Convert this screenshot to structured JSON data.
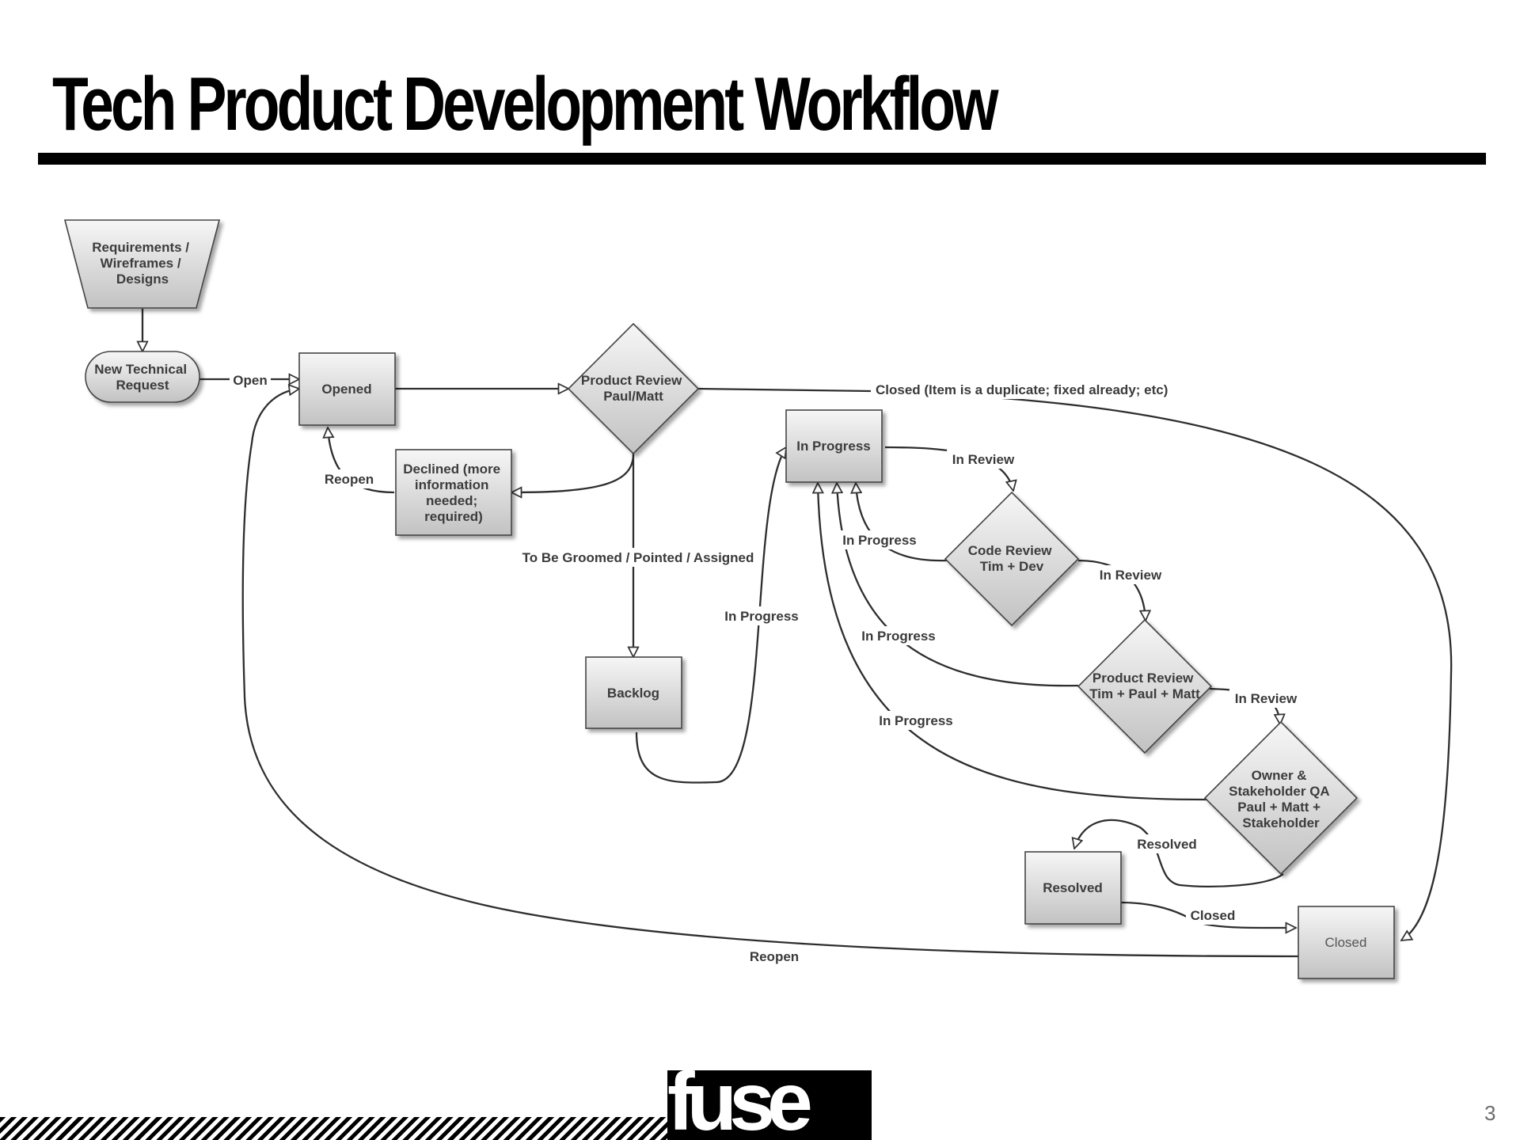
{
  "title": "Tech Product Development Workflow",
  "page_number": "3",
  "logo_text": "fuse",
  "nodes": {
    "requirements": [
      "Requirements /",
      "Wireframes /",
      "Designs"
    ],
    "new_request": [
      "New Technical",
      "Request"
    ],
    "opened": "Opened",
    "product_review_1": [
      "Product Review",
      "Paul/Matt"
    ],
    "declined": [
      "Declined (more",
      "information",
      "needed;",
      "required)"
    ],
    "backlog": "Backlog",
    "in_progress": "In Progress",
    "code_review": [
      "Code Review",
      "Tim + Dev"
    ],
    "product_review_2": [
      "Product Review",
      "Tim + Paul + Matt"
    ],
    "owner_qa": [
      "Owner &",
      "Stakeholder QA",
      "Paul + Matt +",
      "Stakeholder"
    ],
    "resolved": "Resolved",
    "closed": "Closed"
  },
  "edges": {
    "open": "Open",
    "reopen_declined": "Reopen",
    "closed_duplicate": "Closed (Item is a duplicate; fixed already; etc)",
    "to_be_groomed": "To Be Groomed / Pointed / Assigned",
    "backlog_in_progress": "In Progress",
    "in_review_1": "In Review",
    "in_progress_code": "In Progress",
    "in_review_2": "In Review",
    "in_progress_pr": "In Progress",
    "in_review_3": "In Review",
    "in_progress_qa": "In Progress",
    "resolved": "Resolved",
    "closed": "Closed",
    "reopen_closed": "Reopen"
  }
}
